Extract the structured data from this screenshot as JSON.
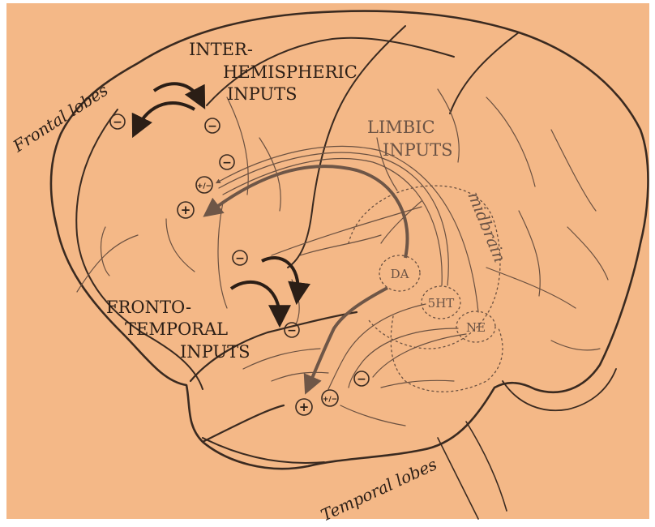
{
  "colors": {
    "background": "#f4b887",
    "frame": "#ffffff",
    "ink_dark": "#2b1e16",
    "ink_light": "#6b5345",
    "pathway": "#6e5647"
  },
  "labels": {
    "frontal_lobes": "Frontal lobes",
    "temporal_lobes": "Temporal lobes",
    "midbrain": "midbrain",
    "interhemispheric": [
      "INTER-",
      "HEMISPHERIC",
      "INPUTS"
    ],
    "limbic": [
      "LIMBIC",
      "INPUTS"
    ],
    "frontotemporal": [
      "FRONTO-",
      "TEMPORAL",
      "INPUTS"
    ],
    "nuclei": {
      "dopamine": "DA",
      "serotonin": "5HT",
      "norepinephrine": "NE"
    }
  },
  "signs": {
    "minus": "−",
    "plus": "+",
    "plus_minus": "+/−"
  },
  "icons": [
    "curved-arrow-icon",
    "pathway-arrow-icon"
  ]
}
